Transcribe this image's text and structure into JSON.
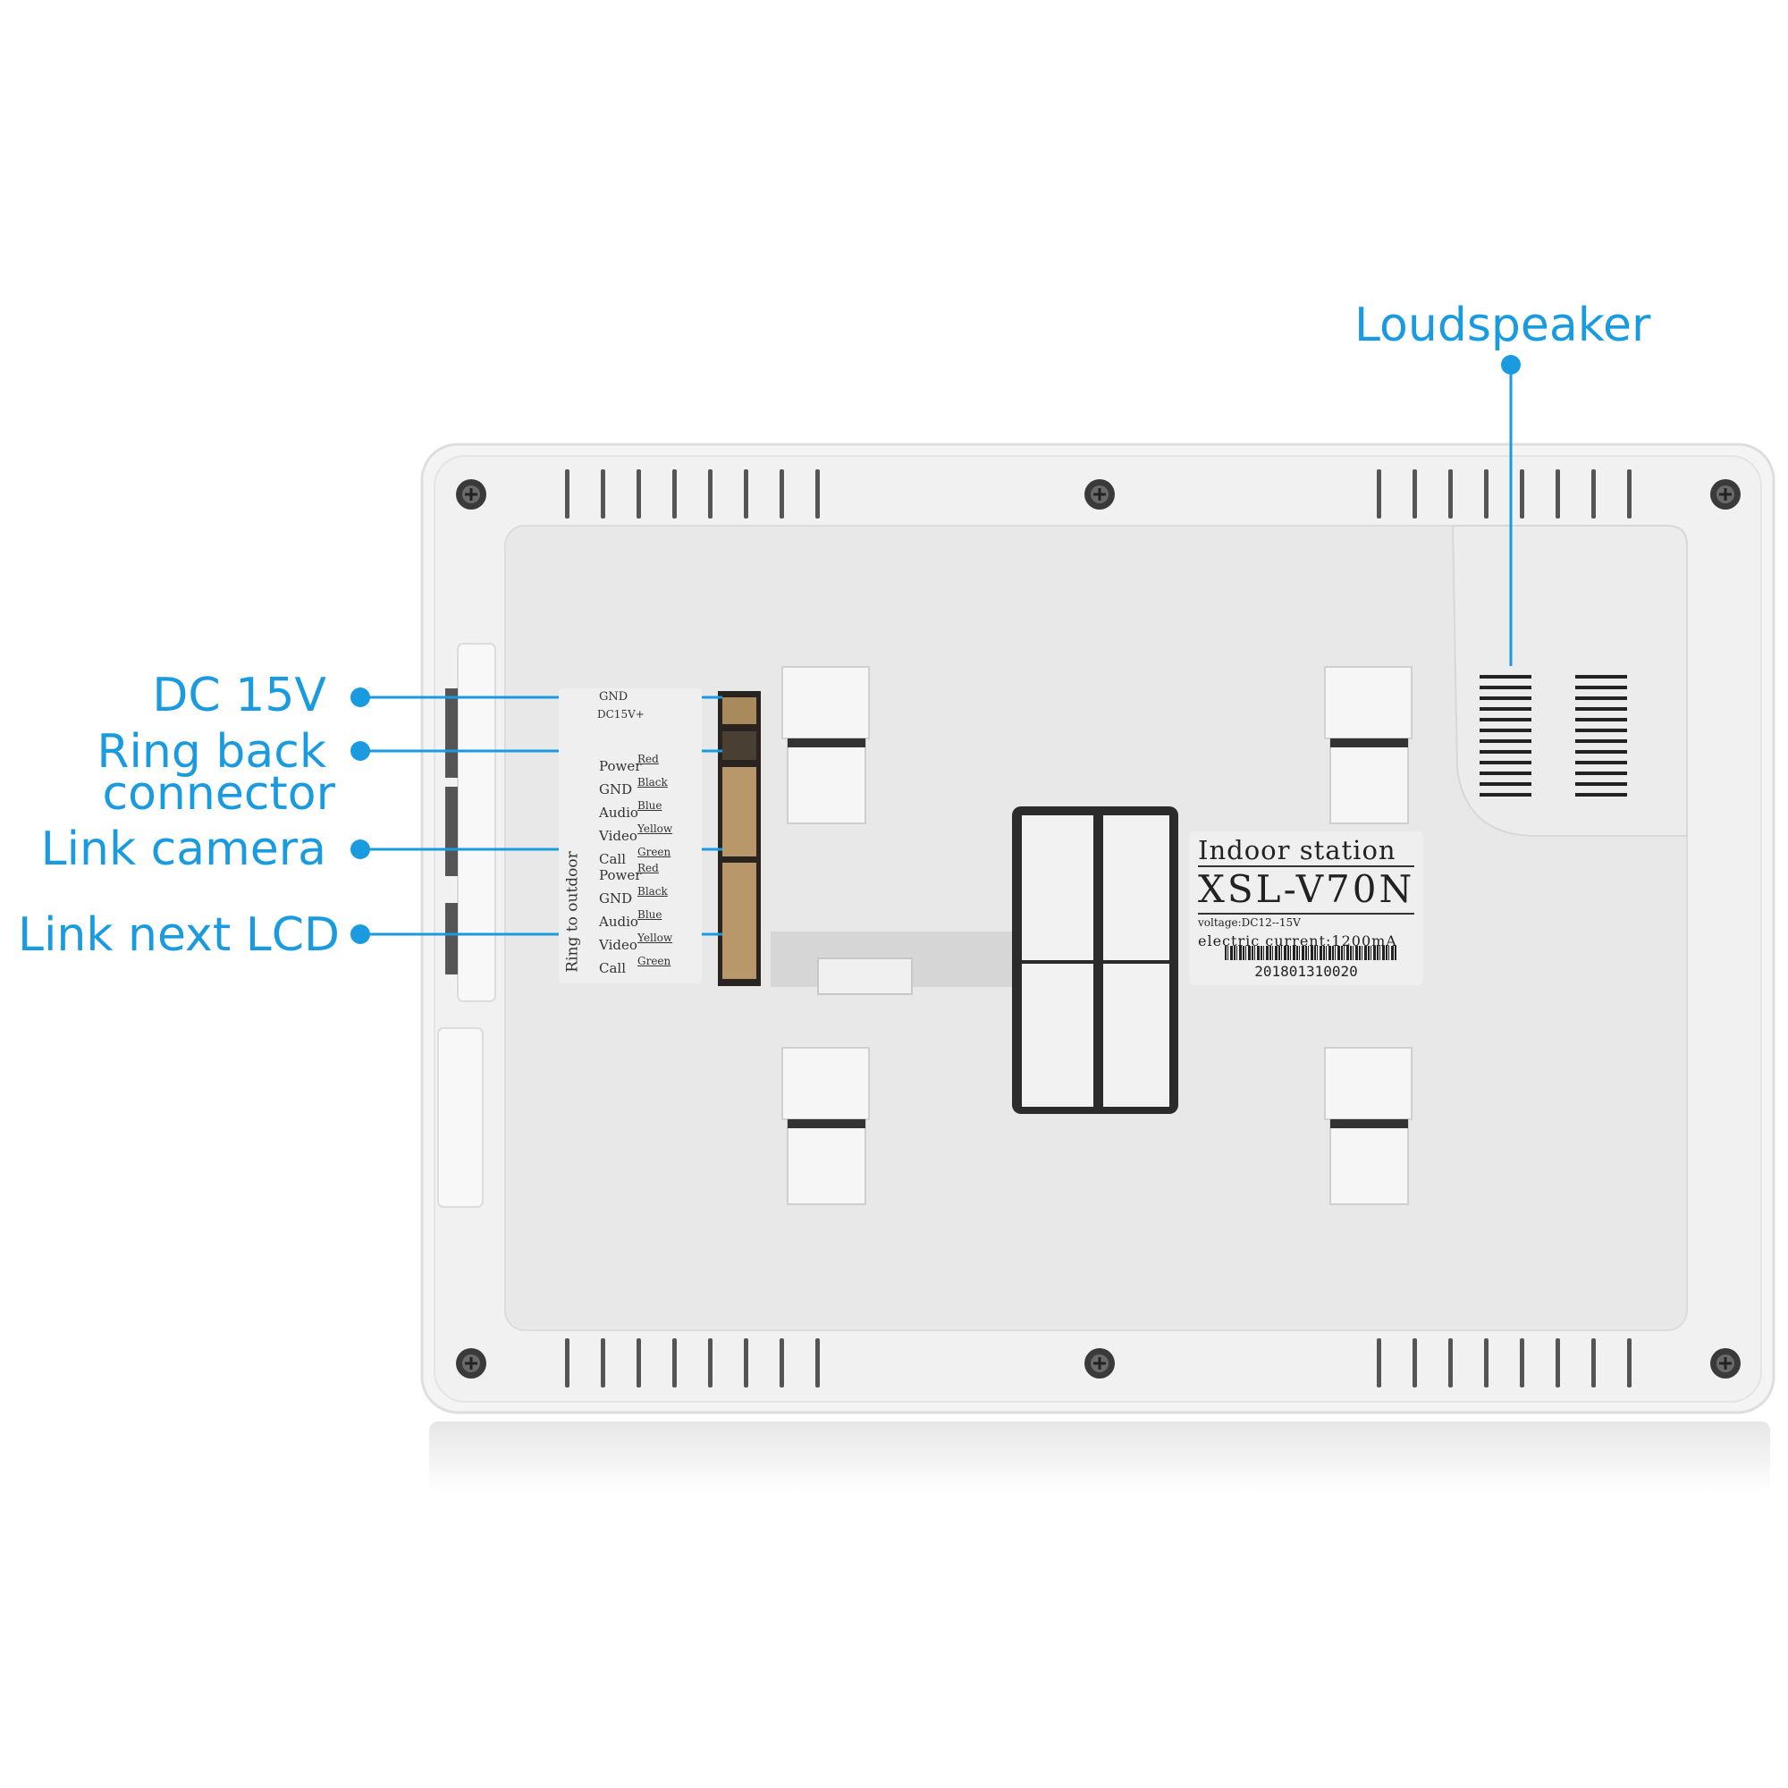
{
  "callouts": {
    "loudspeaker": "Loudspeaker",
    "dc15v": "DC 15V",
    "ring_back_line1": "Ring back",
    "ring_back_line2": "connector",
    "link_camera": "Link camera",
    "link_next_lcd": "Link next LCD"
  },
  "sticker": {
    "title": "Indoor station",
    "model": "XSL-V70N",
    "voltage": "voltage:DC12--15V",
    "current": "electric current:1200mA",
    "serial": "201801310020"
  },
  "terminal": {
    "gnd_top": "GND",
    "dc15v": "DC15V+",
    "vertical_label": "Ring to outdoor",
    "group1": [
      {
        "pin": "Power",
        "color": "Red"
      },
      {
        "pin": "GND",
        "color": "Black"
      },
      {
        "pin": "Audio",
        "color": "Blue"
      },
      {
        "pin": "Video",
        "color": "Yellow"
      },
      {
        "pin": "Call",
        "color": "Green"
      }
    ],
    "group2": [
      {
        "pin": "Power",
        "color": "Red"
      },
      {
        "pin": "GND",
        "color": "Black"
      },
      {
        "pin": "Audio",
        "color": "Blue"
      },
      {
        "pin": "Video",
        "color": "Yellow"
      },
      {
        "pin": "Call",
        "color": "Green"
      }
    ]
  },
  "colors": {
    "accent": "#1a9be0",
    "housing": "#f2f2f2",
    "panel": "#e9e9e9"
  }
}
